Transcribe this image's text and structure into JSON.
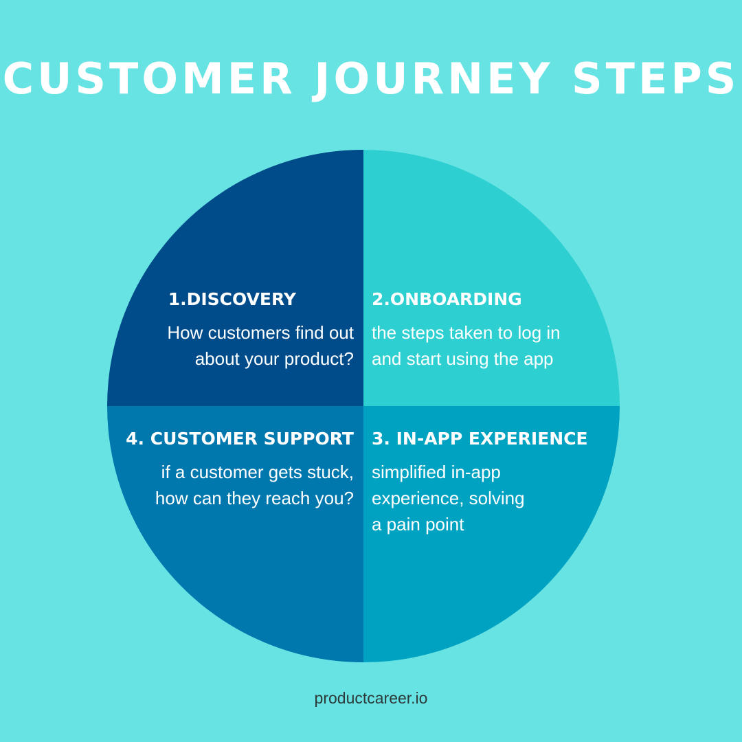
{
  "title": "CUSTOMER JOURNEY STEPS",
  "colors": {
    "background": "#67e3e3",
    "discovery": "#004c8a",
    "onboarding": "#2ecfd1",
    "in_app_experience": "#00a2c2",
    "customer_support": "#0078ae",
    "text": "#ffffff"
  },
  "quadrants": [
    {
      "title": "1.DISCOVERY",
      "description": "How customers find out\nabout your product?"
    },
    {
      "title": "2.ONBOARDING",
      "description": "the steps taken to log in\nand start using the app"
    },
    {
      "title": "3. IN-APP EXPERIENCE",
      "description": "simplified in-app\nexperience, solving\na pain point"
    },
    {
      "title": "4. CUSTOMER SUPPORT",
      "description": "if a customer gets stuck,\nhow can they reach you?"
    }
  ],
  "footer": "productcareer.io"
}
